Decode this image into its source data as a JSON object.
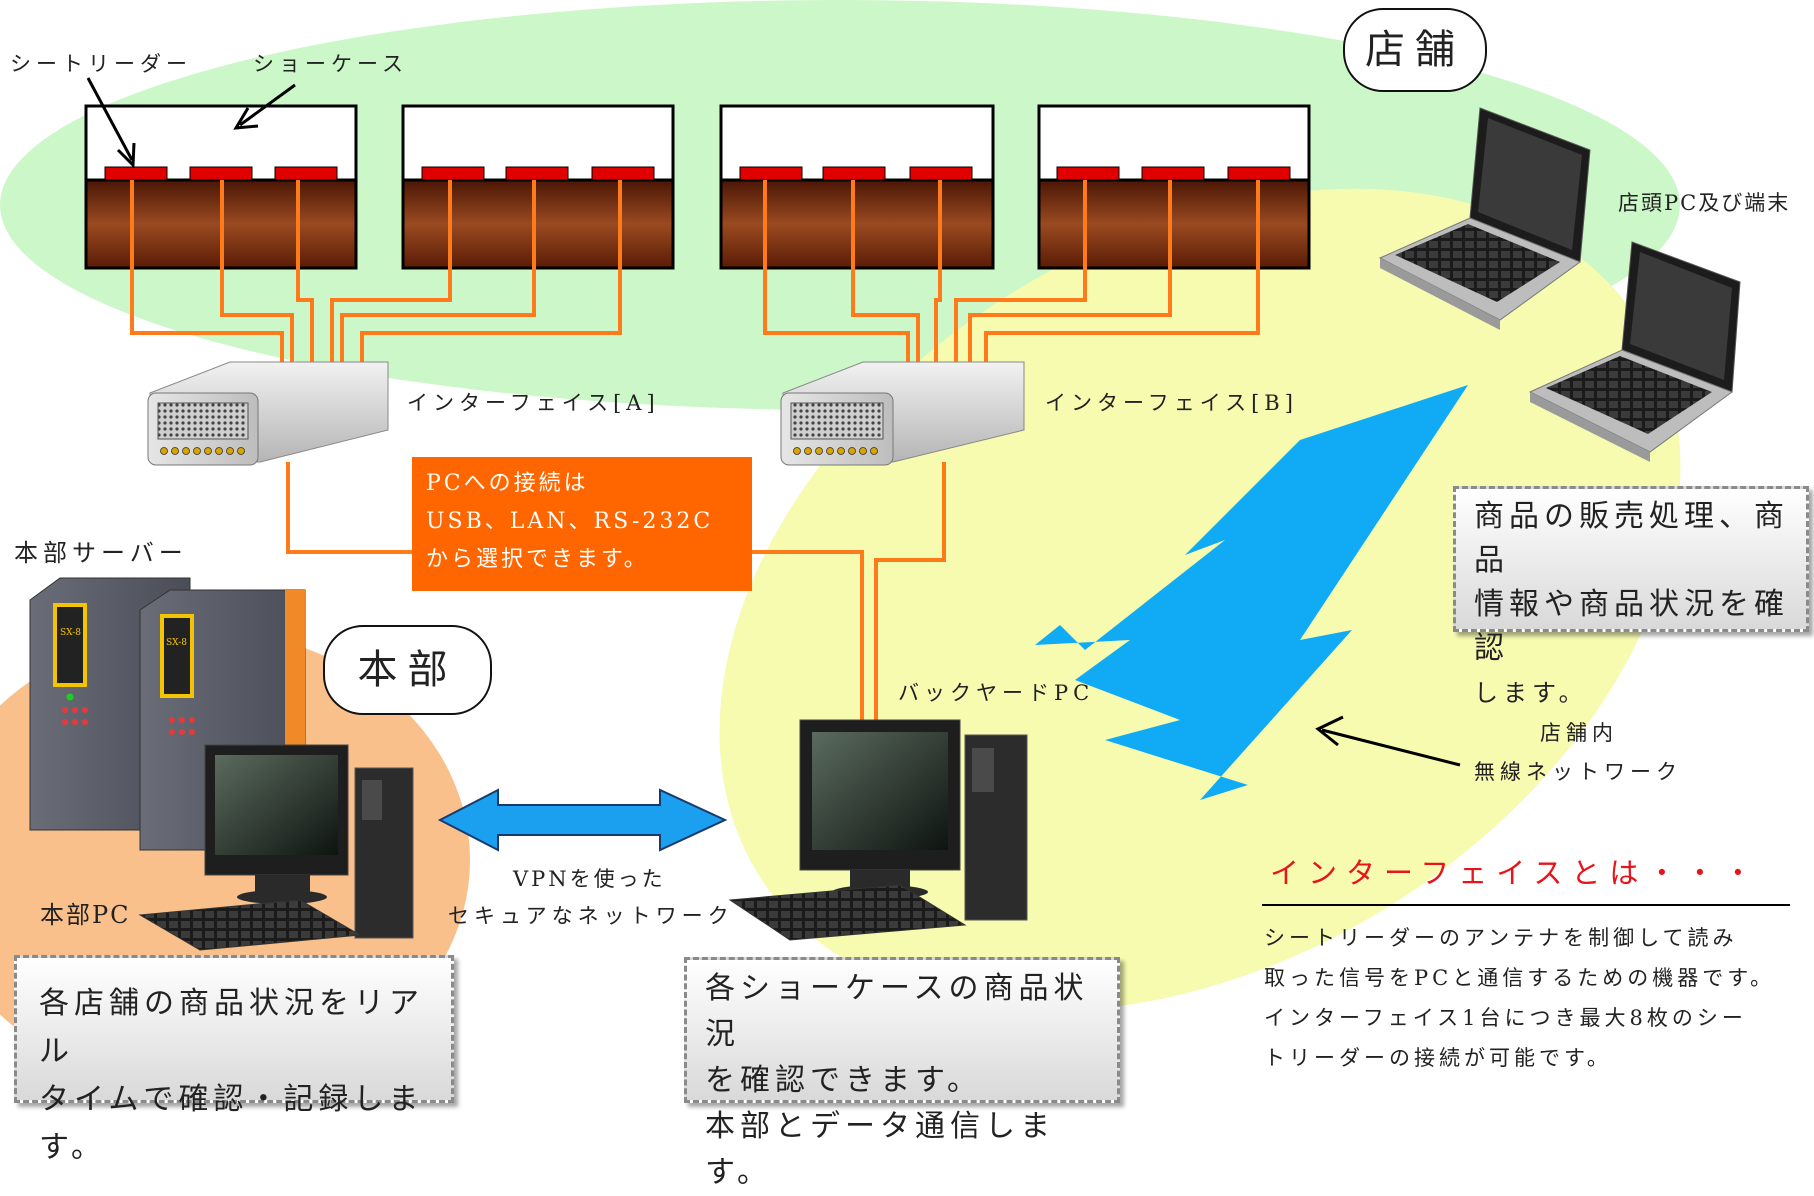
{
  "store": {
    "title": "店舗",
    "seat_reader_label": "シートリーダー",
    "showcase_label": "ショーケース",
    "interface_a_label": "インターフェイス[A]",
    "interface_b_label": "インターフェイス[B]",
    "storefront_pc_label": "店頭PC及び端末",
    "backyard_pc_label": "バックヤードPC",
    "wireless_label_line1": "店舗内",
    "wireless_label_line2": "無線ネットワーク"
  },
  "connection_box": {
    "line1": "PCへの接続は",
    "line2": "USB、LAN、RS-232C",
    "line3": "から選択できます。"
  },
  "storefront_note": {
    "line1": "商品の販売処理、商品",
    "line2": "情報や商品状況を確認",
    "line3": "します。"
  },
  "hq": {
    "title": "本部",
    "server_label": "本部サーバー",
    "pc_label": "本部PC",
    "note_line1": "各店舗の商品状況をリアル",
    "note_line2": "タイムで確認・記録します。"
  },
  "vpn": {
    "line1": "VPNを使った",
    "line2": "セキュアなネットワーク"
  },
  "backyard_note": {
    "line1": "各ショーケースの商品状況",
    "line2": "を確認できます。",
    "line3": "本部とデータ通信します。"
  },
  "interface_def": {
    "heading": "インターフェイスとは・・・",
    "line1": "シートリーダーのアンテナを制御して読み",
    "line2": "取った信号をPCと通信するための機器です。",
    "line3": "インターフェイス1台につき最大8枚のシー",
    "line4": "トリーダーの接続が可能です。"
  },
  "server_badge": "SX-8",
  "colors": {
    "store_area": "#ccf7c8",
    "backyard_area": "#f6fbb0",
    "hq_area": "#f9c08c",
    "cable": "#ff7a1a",
    "reader": "#e00000",
    "showcase_body": "#7a2e0e",
    "arrow_blue": "#1aa0ee",
    "heading_red": "#e8141c"
  }
}
